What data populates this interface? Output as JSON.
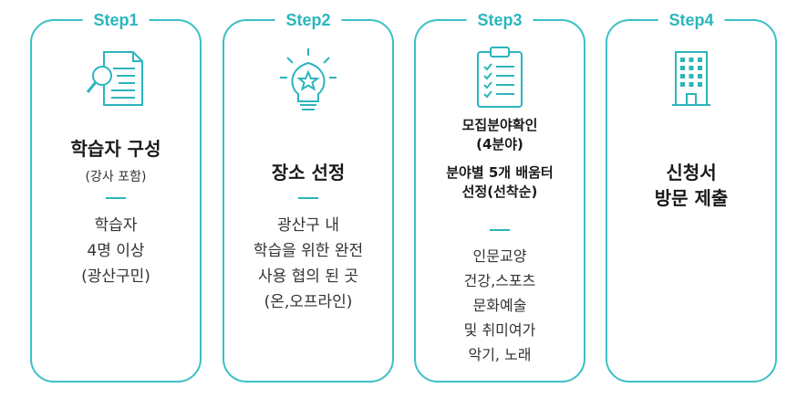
{
  "steps": [
    {
      "tag": "Step1",
      "title": [
        "학습자 구성"
      ],
      "subtitle": "(강사 포함)",
      "body": [
        "학습자",
        "4명 이상",
        "(광산구민)"
      ]
    },
    {
      "tag": "Step2",
      "title": [
        "장소 선정"
      ],
      "body": [
        "광산구 내",
        "학습을 위한 완전",
        "사용 협의 된 곳",
        "(온,오프라인)"
      ]
    },
    {
      "tag": "Step3",
      "title": [
        "모집분야확인",
        "(4분야)",
        "분야별 5개 배움터",
        "선정(선착순)"
      ],
      "body": [
        "인문교양",
        "건강,스포츠",
        "문화예술",
        "및 취미여가",
        "악기, 노래"
      ]
    },
    {
      "tag": "Step4",
      "title": [
        "신청서",
        "방문 제출"
      ]
    }
  ],
  "icons": [
    "document-search-icon",
    "lightbulb-icon",
    "clipboard-checklist-icon",
    "building-icon"
  ],
  "colors": {
    "accent": "#3bbfc6"
  }
}
